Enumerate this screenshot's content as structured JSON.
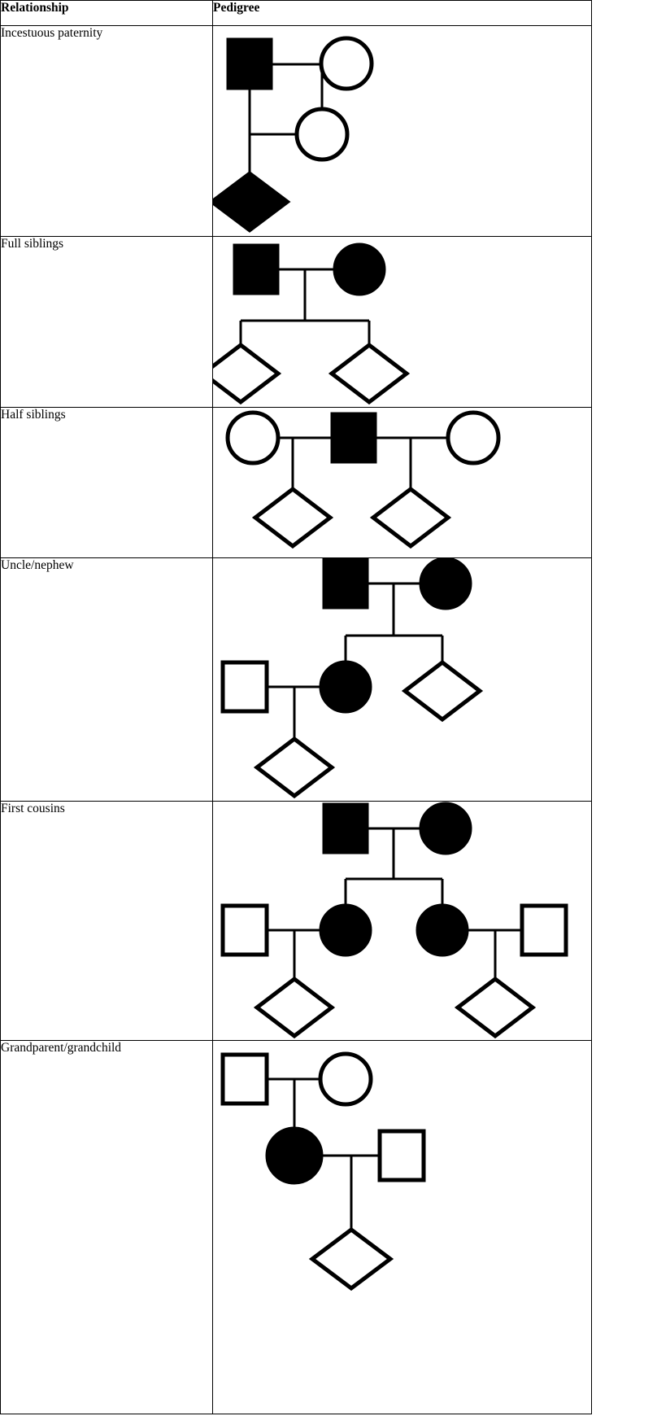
{
  "table": {
    "headers": {
      "relationship": "Relationship",
      "pedigree": "Pedigree"
    },
    "rows": [
      {
        "relationship": "Incestuous paternity",
        "diagram": "pedigree-incestuous-paternity"
      },
      {
        "relationship": "Full siblings",
        "diagram": "pedigree-full-siblings"
      },
      {
        "relationship": "Half siblings",
        "diagram": "pedigree-half-siblings"
      },
      {
        "relationship": "Uncle/nephew",
        "diagram": "pedigree-uncle-nephew"
      },
      {
        "relationship": "First cousins",
        "diagram": "pedigree-first-cousins"
      },
      {
        "relationship": "Grandparent/grandchild",
        "diagram": "pedigree-grandparent-grandchild"
      }
    ]
  },
  "legend": {
    "square": "male",
    "circle": "female",
    "diamond": "unknown-sex",
    "filled": "genotyped-individual",
    "open": "ungenotyped-individual"
  },
  "colors": {
    "line": "#000000",
    "fill_filled": "#000000",
    "fill_open": "#ffffff",
    "border": "#000000",
    "background": "#ffffff"
  }
}
